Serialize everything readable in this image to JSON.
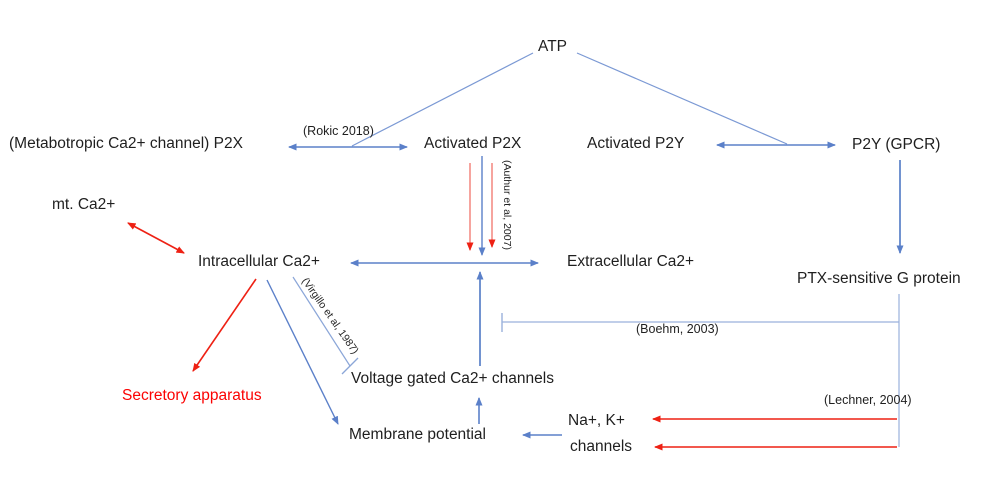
{
  "diagram": {
    "nodes": {
      "atp": "ATP",
      "metabotropic_p2x": "(Metabotropic Ca2+ channel) P2X",
      "activated_p2x": "Activated P2X",
      "activated_p2y": "Activated P2Y",
      "p2y_gpcr": "P2Y (GPCR)",
      "mt_ca": "mt. Ca2+",
      "intracellular_ca": "Intracellular Ca2+",
      "extracellular_ca": "Extracellular Ca2+",
      "ptx_g_protein": "PTX-sensitive G protein",
      "secretory_apparatus": "Secretory apparatus",
      "voltage_gated_channels": "Voltage gated Ca2+ channels",
      "membrane_potential": "Membrane potential",
      "na_k_line1": "Na+, K+",
      "na_k_line2": "channels"
    },
    "references": {
      "rokic": "(Rokic 2018)",
      "authur": "(Authur et al, 2007)",
      "virgilio": "(Virgillo et al, 1987)",
      "boehm": "(Boehm, 2003)",
      "lechner": "(Lechner, 2004)"
    },
    "colors": {
      "connector_blue": "#5b80c9",
      "connector_red": "#ee2114",
      "text": "#1f1f1f",
      "highlight_red_text": "#fb0303",
      "background": "#ffffff"
    }
  }
}
